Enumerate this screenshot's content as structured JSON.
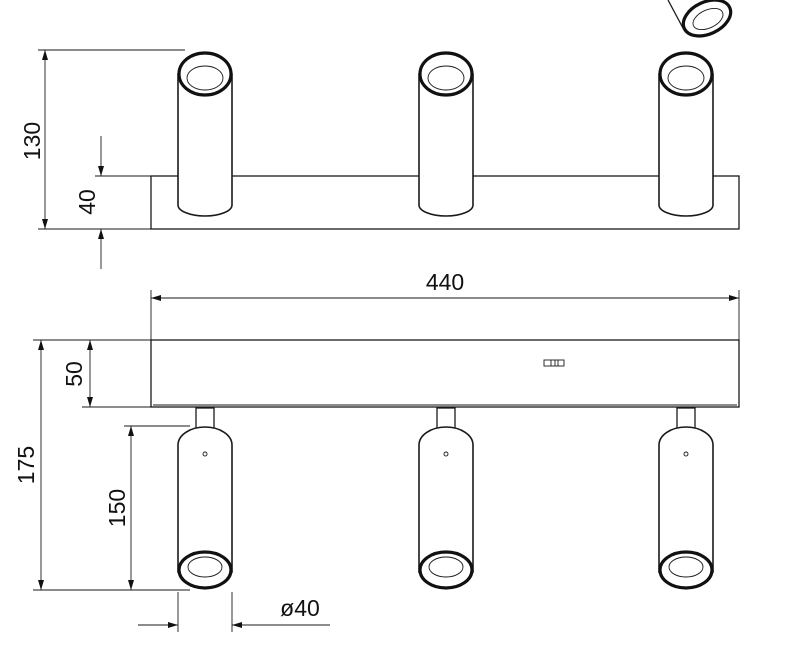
{
  "dimensions": {
    "side_total_height": "130",
    "side_bar_height": "40",
    "front_width": "440",
    "front_bar_height": "50",
    "front_total_height": "175",
    "front_spot_length": "150",
    "spot_diameter": "ø40"
  }
}
